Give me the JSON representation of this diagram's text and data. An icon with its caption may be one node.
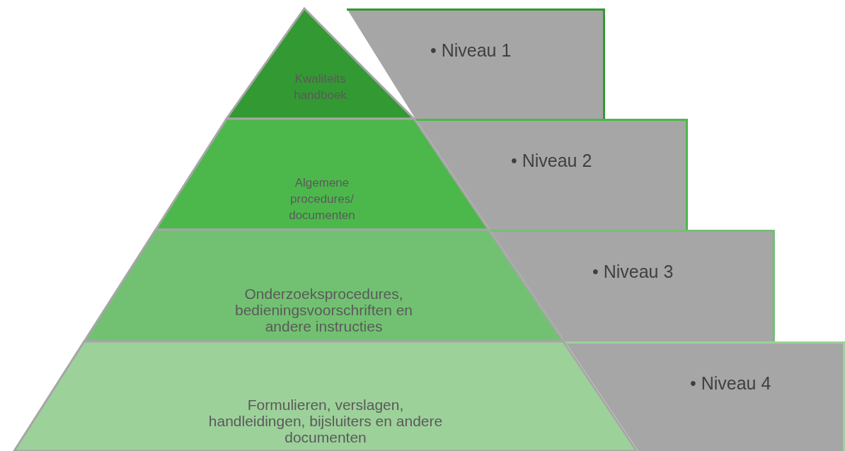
{
  "diagram": {
    "nodes": [
      {
        "text": [
          "Kwaliteits handboek"
        ]
      },
      {
        "text": [
          "• Niveau 1"
        ]
      },
      {
        "text": [
          "Algemene procedures/ documenten"
        ]
      },
      {
        "text": [
          "• Niveau 2"
        ]
      },
      {
        "text": [
          "Onderzoeksprocedures, bedieningsvoorschriften en andere instructies"
        ]
      },
      {
        "text": [
          "• Niveau 3"
        ]
      },
      {
        "text": [
          "Formulieren, verslagen, handleidingen, bijsluiters en andere documenten"
        ]
      },
      {
        "text": [
          "• Niveau 4"
        ]
      }
    ]
  }
}
